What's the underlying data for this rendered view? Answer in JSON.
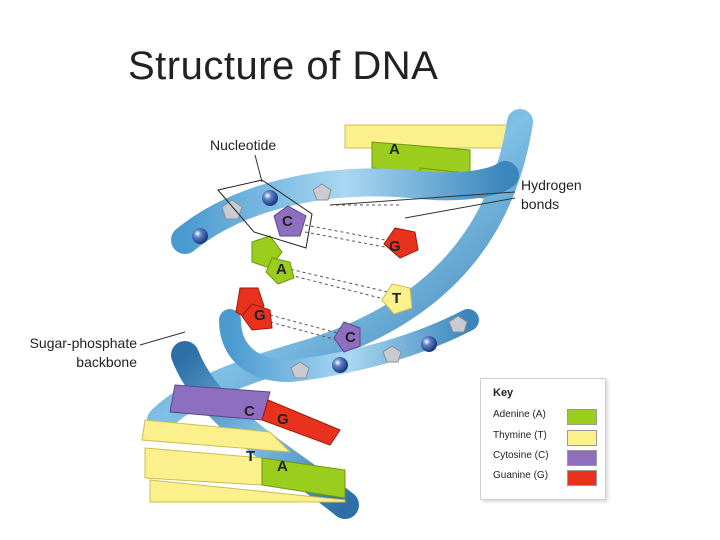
{
  "title": "Structure of DNA",
  "labels": {
    "nucleotide": "Nucleotide",
    "hydrogen_bonds": [
      "Hydrogen",
      "bonds"
    ],
    "backbone": [
      "Sugar-phosphate",
      "backbone"
    ]
  },
  "bases": {
    "A": "A",
    "T": "T",
    "C": "C",
    "G": "G"
  },
  "key": {
    "title": "Key",
    "items": [
      {
        "label": "Adenine (A)",
        "color": "#9acd1e"
      },
      {
        "label": "Thymine (T)",
        "color": "#fbf08c"
      },
      {
        "label": "Cytosine (C)",
        "color": "#8e6fbf"
      },
      {
        "label": "Guanine (G)",
        "color": "#e8321e"
      }
    ]
  },
  "colors": {
    "backbone": "#3d8dc4",
    "adenine": "#9acd1e",
    "thymine": "#fbf08c",
    "cytosine": "#8e6fbf",
    "guanine": "#e8321e"
  }
}
